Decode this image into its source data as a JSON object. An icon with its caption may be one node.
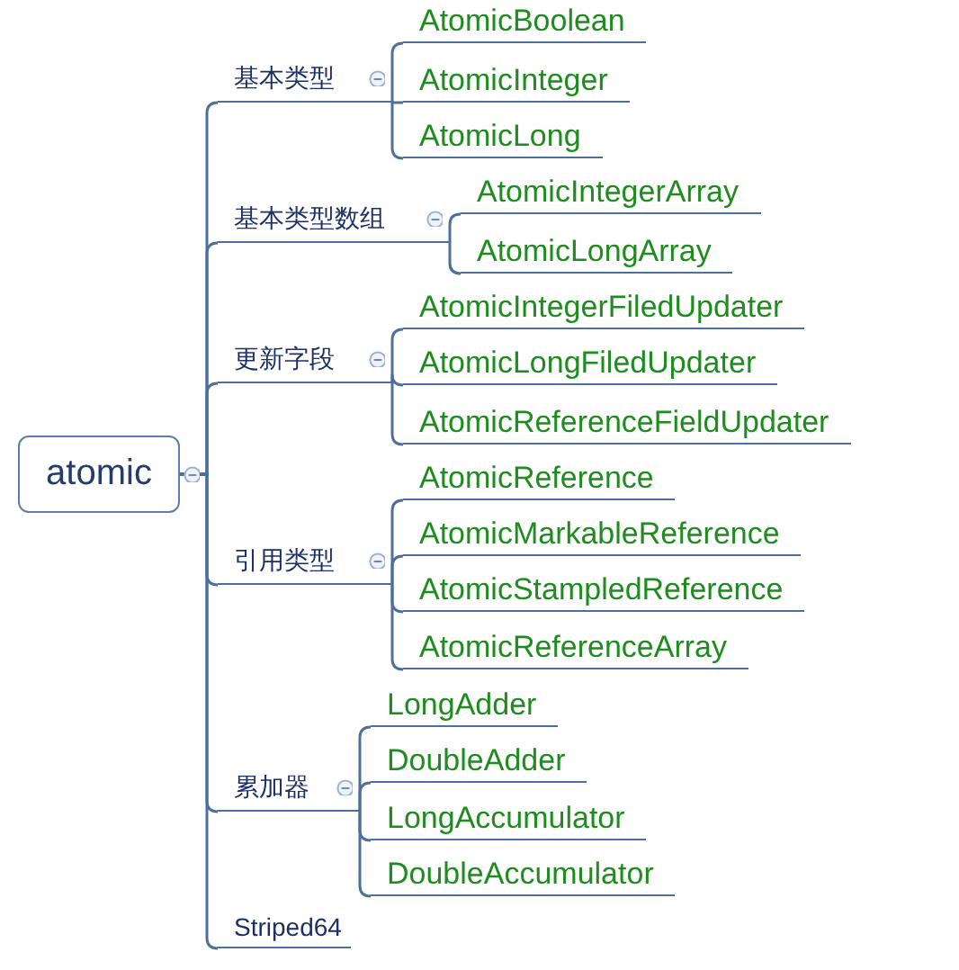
{
  "diagram": {
    "nodes": [
      {
        "text": [
          "atomic"
        ]
      },
      {
        "text": [
          "基本类型"
        ]
      },
      {
        "text": [
          "AtomicBoolean"
        ]
      },
      {
        "text": [
          "AtomicInteger"
        ]
      },
      {
        "text": [
          "AtomicLong"
        ]
      },
      {
        "text": [
          "基本类型数组"
        ]
      },
      {
        "text": [
          "AtomicIntegerArray"
        ]
      },
      {
        "text": [
          "AtomicLongArray"
        ]
      },
      {
        "text": [
          "更新字段"
        ]
      },
      {
        "text": [
          "AtomicIntegerFiledUpdater"
        ]
      },
      {
        "text": [
          "AtomicLongFiledUpdater"
        ]
      },
      {
        "text": [
          "AtomicReferenceFieldUpdater"
        ]
      },
      {
        "text": [
          "引用类型"
        ]
      },
      {
        "text": [
          "AtomicReference"
        ]
      },
      {
        "text": [
          "AtomicMarkableReference"
        ]
      },
      {
        "text": [
          "AtomicStampledReference"
        ]
      },
      {
        "text": [
          "AtomicReferenceArray"
        ]
      },
      {
        "text": [
          "累加器"
        ]
      },
      {
        "text": [
          "LongAdder"
        ]
      },
      {
        "text": [
          "DoubleAdder"
        ]
      },
      {
        "text": [
          "LongAccumulator"
        ]
      },
      {
        "text": [
          "DoubleAccumulator"
        ]
      },
      {
        "text": [
          "Striped64"
        ]
      }
    ],
    "edges": [
      {
        "from": 0,
        "to": 1,
        "arrow": "none"
      },
      {
        "from": 0,
        "to": 5,
        "arrow": "none"
      },
      {
        "from": 0,
        "to": 8,
        "arrow": "none"
      },
      {
        "from": 0,
        "to": 12,
        "arrow": "none"
      },
      {
        "from": 0,
        "to": 17,
        "arrow": "none"
      },
      {
        "from": 0,
        "to": 22,
        "arrow": "none"
      },
      {
        "from": 1,
        "to": 2,
        "arrow": "none"
      },
      {
        "from": 1,
        "to": 3,
        "arrow": "none"
      },
      {
        "from": 1,
        "to": 4,
        "arrow": "none"
      },
      {
        "from": 5,
        "to": 6,
        "arrow": "none"
      },
      {
        "from": 5,
        "to": 7,
        "arrow": "none"
      },
      {
        "from": 8,
        "to": 9,
        "arrow": "none"
      },
      {
        "from": 8,
        "to": 10,
        "arrow": "none"
      },
      {
        "from": 8,
        "to": 11,
        "arrow": "none"
      },
      {
        "from": 12,
        "to": 13,
        "arrow": "none"
      },
      {
        "from": 12,
        "to": 14,
        "arrow": "none"
      },
      {
        "from": 12,
        "to": 15,
        "arrow": "none"
      },
      {
        "from": 12,
        "to": 16,
        "arrow": "none"
      },
      {
        "from": 17,
        "to": 18,
        "arrow": "none"
      },
      {
        "from": 17,
        "to": 19,
        "arrow": "none"
      },
      {
        "from": 17,
        "to": 20,
        "arrow": "none"
      },
      {
        "from": 17,
        "to": 21,
        "arrow": "none"
      }
    ]
  }
}
